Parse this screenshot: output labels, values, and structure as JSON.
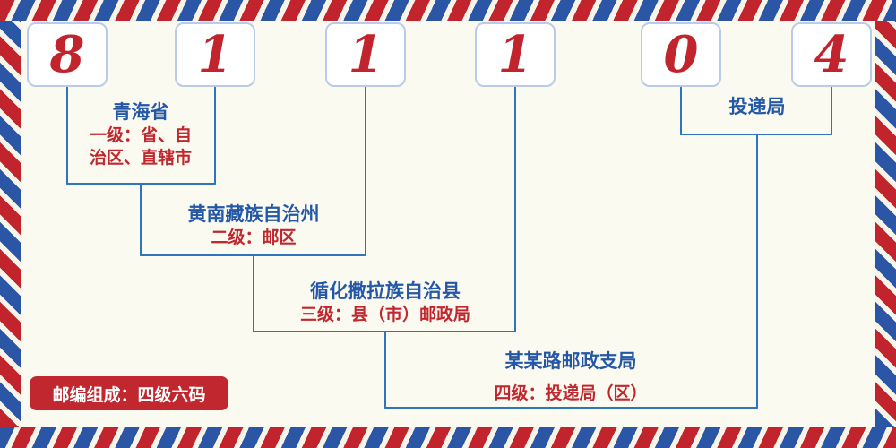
{
  "digits": [
    "8",
    "1",
    "1",
    "1",
    "0",
    "4"
  ],
  "groups": {
    "level1": {
      "name": "青海省",
      "desc_line1": "一级：省、自",
      "desc_line2": "治区、直辖市"
    },
    "level2": {
      "name": "黄南藏族自治州",
      "desc": "二级：邮区"
    },
    "level3": {
      "name": "循化撒拉族自治县",
      "desc": "三级：县（市）邮政局"
    },
    "level4": {
      "name": "某某路邮政支局",
      "desc": "四级：投递局（区）"
    },
    "delivery": {
      "name": "投递局"
    }
  },
  "badge": "邮编组成：四级六码",
  "colors": {
    "stripe_red": "#c2242e",
    "stripe_blue": "#2b55a5",
    "digit_red": "#c2242e",
    "label_blue": "#2458a6",
    "label_red": "#c0272e",
    "line_blue": "#2e74c0",
    "background": "#fbfaf1"
  }
}
